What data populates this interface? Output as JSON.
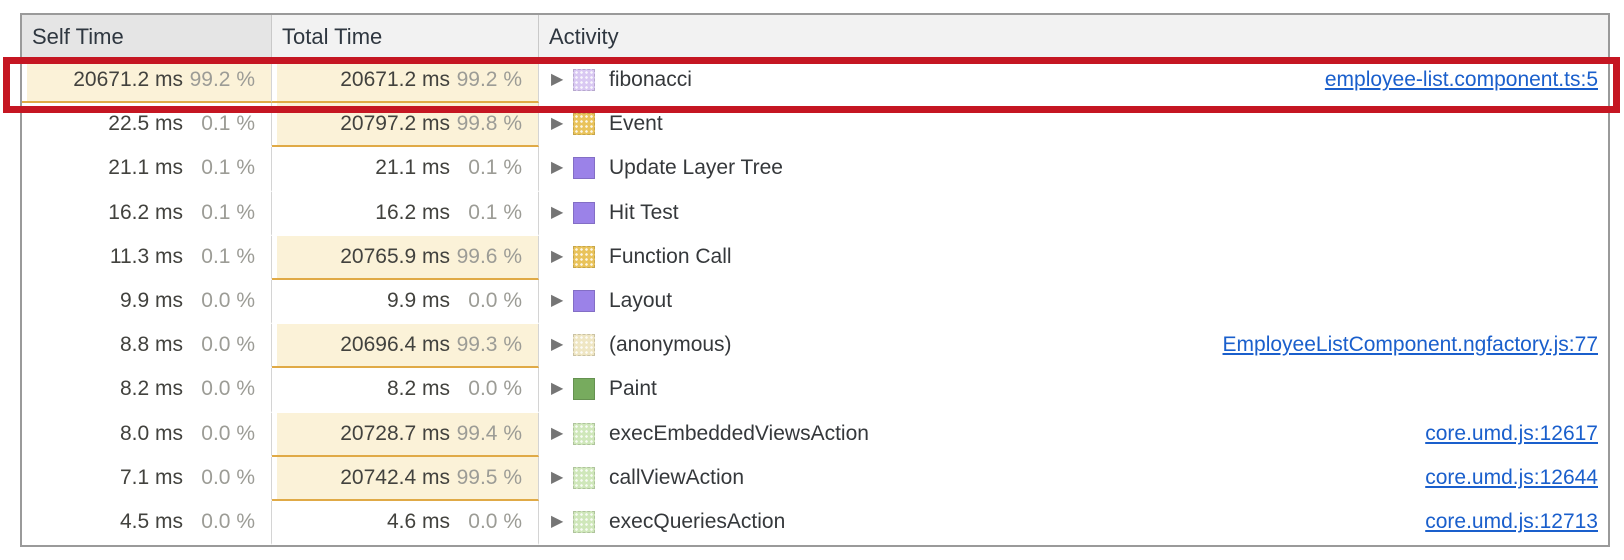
{
  "header": {
    "columns": [
      "Self Time",
      "Total Time",
      "Activity"
    ]
  },
  "icons": {
    "expand_arrow": "▶"
  },
  "colors": {
    "annotation_red": "#c51622",
    "hot_cell_background": "#fbf2d8",
    "hot_cell_underline": "#e0aa46",
    "link_blue": "#1a5fcc",
    "header_background": "#f2f2f2",
    "sorted_header_background": "#e5e5e5"
  },
  "rows": [
    {
      "self_time": "20671.2 ms",
      "self_pct": "99.2 %",
      "total_time": "20671.2 ms",
      "total_pct": "99.2 %",
      "activity": "fibonacci",
      "link": "employee-list.component.ts:5",
      "self_hot": true,
      "total_hot": true,
      "swatch_color": "#d9c8f2",
      "swatch_dotted": true,
      "annotated": true
    },
    {
      "self_time": "22.5 ms",
      "self_pct": "0.1 %",
      "total_time": "20797.2 ms",
      "total_pct": "99.8 %",
      "activity": "Event",
      "link": "",
      "self_hot": false,
      "total_hot": true,
      "swatch_color": "#e9c35b",
      "swatch_dotted": true,
      "annotated": false
    },
    {
      "self_time": "21.1 ms",
      "self_pct": "0.1 %",
      "total_time": "21.1 ms",
      "total_pct": "0.1 %",
      "activity": "Update Layer Tree",
      "link": "",
      "self_hot": false,
      "total_hot": false,
      "swatch_color": "#9b82e8",
      "swatch_dotted": false,
      "annotated": false
    },
    {
      "self_time": "16.2 ms",
      "self_pct": "0.1 %",
      "total_time": "16.2 ms",
      "total_pct": "0.1 %",
      "activity": "Hit Test",
      "link": "",
      "self_hot": false,
      "total_hot": false,
      "swatch_color": "#9b82e8",
      "swatch_dotted": false,
      "annotated": false
    },
    {
      "self_time": "11.3 ms",
      "self_pct": "0.1 %",
      "total_time": "20765.9 ms",
      "total_pct": "99.6 %",
      "activity": "Function Call",
      "link": "",
      "self_hot": false,
      "total_hot": true,
      "swatch_color": "#e9c35b",
      "swatch_dotted": true,
      "annotated": false
    },
    {
      "self_time": "9.9 ms",
      "self_pct": "0.0 %",
      "total_time": "9.9 ms",
      "total_pct": "0.0 %",
      "activity": "Layout",
      "link": "",
      "self_hot": false,
      "total_hot": false,
      "swatch_color": "#9b82e8",
      "swatch_dotted": false,
      "annotated": false
    },
    {
      "self_time": "8.8 ms",
      "self_pct": "0.0 %",
      "total_time": "20696.4 ms",
      "total_pct": "99.3 %",
      "activity": "(anonymous)",
      "link": "EmployeeListComponent.ngfactory.js:77",
      "self_hot": false,
      "total_hot": true,
      "swatch_color": "#efe6c3",
      "swatch_dotted": true,
      "annotated": false
    },
    {
      "self_time": "8.2 ms",
      "self_pct": "0.0 %",
      "total_time": "8.2 ms",
      "total_pct": "0.0 %",
      "activity": "Paint",
      "link": "",
      "self_hot": false,
      "total_hot": false,
      "swatch_color": "#77ab5e",
      "swatch_dotted": false,
      "annotated": false
    },
    {
      "self_time": "8.0 ms",
      "self_pct": "0.0 %",
      "total_time": "20728.7 ms",
      "total_pct": "99.4 %",
      "activity": "execEmbeddedViewsAction",
      "link": "core.umd.js:12617",
      "self_hot": false,
      "total_hot": true,
      "swatch_color": "#cfe7ba",
      "swatch_dotted": true,
      "annotated": false
    },
    {
      "self_time": "7.1 ms",
      "self_pct": "0.0 %",
      "total_time": "20742.4 ms",
      "total_pct": "99.5 %",
      "activity": "callViewAction",
      "link": "core.umd.js:12644",
      "self_hot": false,
      "total_hot": true,
      "swatch_color": "#cfe7ba",
      "swatch_dotted": true,
      "annotated": false
    },
    {
      "self_time": "4.5 ms",
      "self_pct": "0.0 %",
      "total_time": "4.6 ms",
      "total_pct": "0.0 %",
      "activity": "execQueriesAction",
      "link": "core.umd.js:12713",
      "self_hot": false,
      "total_hot": false,
      "swatch_color": "#cfe7ba",
      "swatch_dotted": true,
      "annotated": false
    }
  ]
}
